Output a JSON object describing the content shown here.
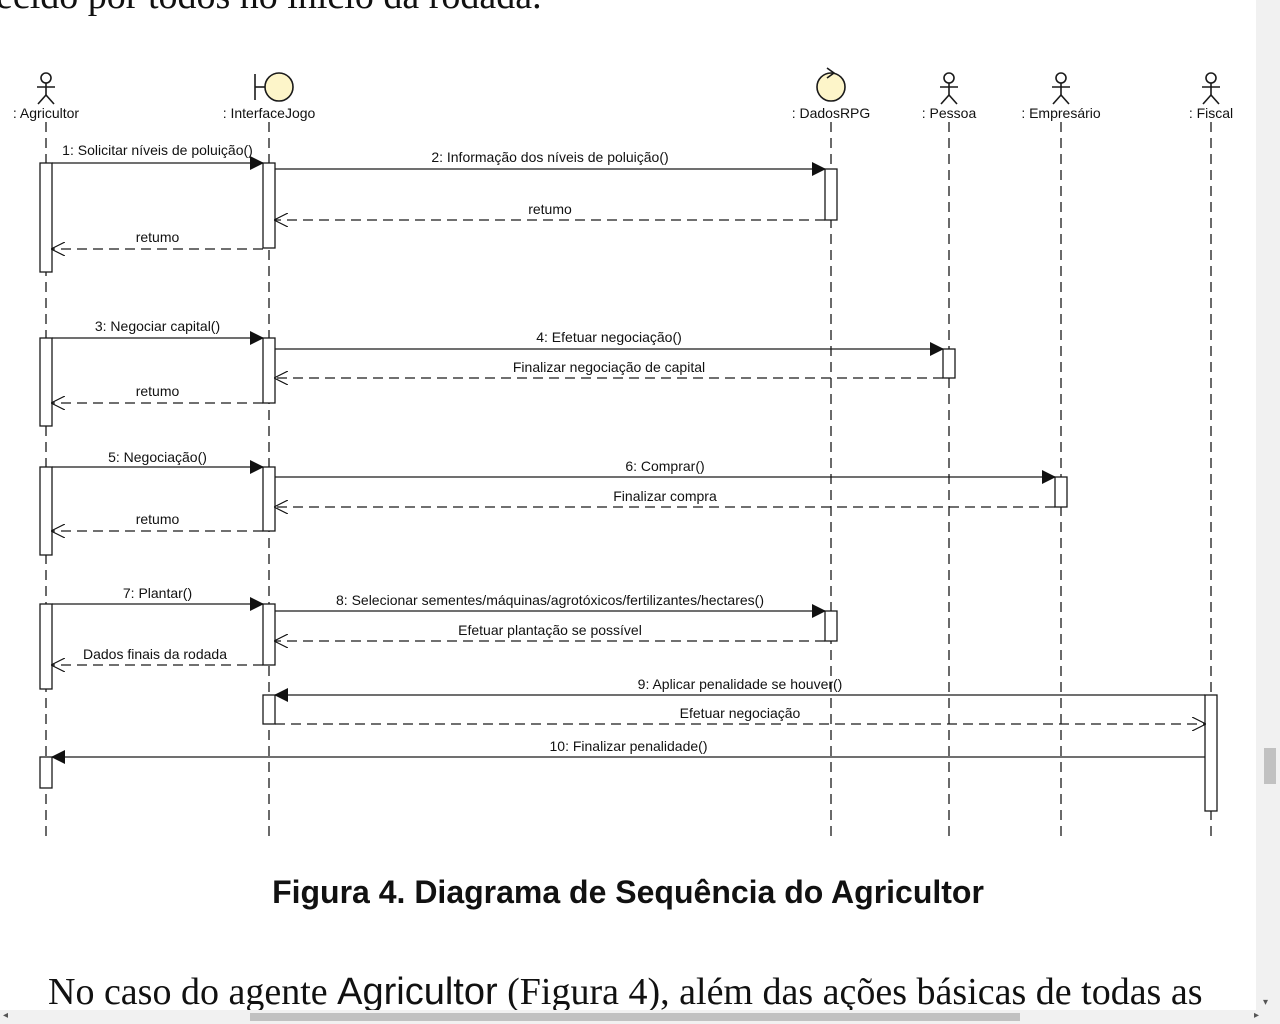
{
  "top_text": "ecido por todos no início da rodada.",
  "diagram": {
    "lifelines": [
      {
        "label": ": Agricultor",
        "kind": "actor"
      },
      {
        "label": ": InterfaceJogo",
        "kind": "boundary"
      },
      {
        "label": ": DadosRPG",
        "kind": "control"
      },
      {
        "label": ": Pessoa",
        "kind": "actor"
      },
      {
        "label": ": Empresário",
        "kind": "actor"
      },
      {
        "label": ": Fiscal",
        "kind": "actor"
      }
    ],
    "messages": [
      {
        "text": "1: Solicitar níveis de poluição()",
        "from": 0,
        "to": 1,
        "type": "sync"
      },
      {
        "text": "2: Informação dos níveis de poluição()",
        "from": 1,
        "to": 2,
        "type": "sync"
      },
      {
        "text": "retumo",
        "from": 2,
        "to": 1,
        "type": "return"
      },
      {
        "text": "retumo",
        "from": 1,
        "to": 0,
        "type": "return"
      },
      {
        "text": "3: Negociar capital()",
        "from": 0,
        "to": 1,
        "type": "sync"
      },
      {
        "text": "4: Efetuar negociação()",
        "from": 1,
        "to": 3,
        "type": "sync"
      },
      {
        "text": "Finalizar negociação de capital",
        "from": 3,
        "to": 1,
        "type": "return"
      },
      {
        "text": "retumo",
        "from": 1,
        "to": 0,
        "type": "return"
      },
      {
        "text": "5: Negociação()",
        "from": 0,
        "to": 1,
        "type": "sync"
      },
      {
        "text": "6: Comprar()",
        "from": 1,
        "to": 4,
        "type": "sync"
      },
      {
        "text": "Finalizar compra",
        "from": 4,
        "to": 1,
        "type": "return"
      },
      {
        "text": "retumo",
        "from": 1,
        "to": 0,
        "type": "return"
      },
      {
        "text": "7: Plantar()",
        "from": 0,
        "to": 1,
        "type": "sync"
      },
      {
        "text": "8: Selecionar sementes/máquinas/agrotóxicos/fertilizantes/hectares()",
        "from": 1,
        "to": 2,
        "type": "sync"
      },
      {
        "text": "Efetuar plantação se possível",
        "from": 2,
        "to": 1,
        "type": "return"
      },
      {
        "text": "Dados finais da rodada",
        "from": 1,
        "to": 0,
        "type": "return"
      },
      {
        "text": "9: Aplicar penalidade se houver()",
        "from": 5,
        "to": 1,
        "type": "sync"
      },
      {
        "text": "Efetuar negociação",
        "from": 1,
        "to": 5,
        "type": "return"
      },
      {
        "text": "10: Finalizar penalidade()",
        "from": 5,
        "to": 0,
        "type": "sync"
      }
    ],
    "colors": {
      "line": "#1a1a1a",
      "boundary_fill": "#fdf5c9",
      "activation_fill": "#ffffff"
    }
  },
  "caption": "Figura 4. Diagrama de Sequência do Agricultor",
  "bottom_text": {
    "before": "No caso do agente ",
    "term": "Agricultor",
    "after": " (Figura 4), além das ações básicas de todas as"
  }
}
